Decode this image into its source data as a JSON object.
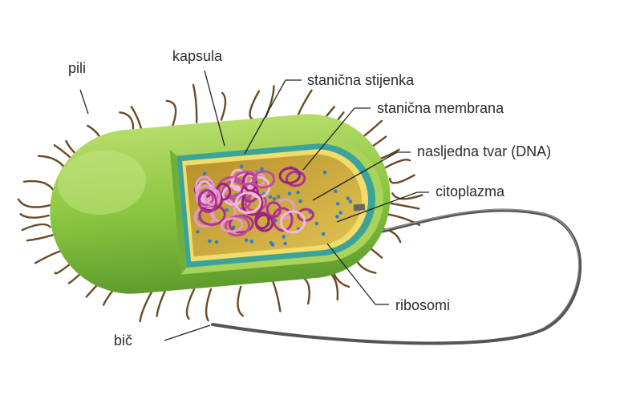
{
  "labels": {
    "pili": "pili",
    "capsule": "kapsula",
    "cell_wall": "stanična stijenka",
    "cell_membrane": "stanična membrana",
    "dna": "nasljedna tvar (DNA)",
    "cytoplasm": "citoplazma",
    "ribosomes": "ribosomi",
    "flagellum": "bič"
  },
  "colors": {
    "capsule": "#8cc63f",
    "capsule_dark": "#5e9a2e",
    "cell_wall": "#3aa39a",
    "membrane": "#f3dc6a",
    "cytoplasm": "#c9a640",
    "dna": "#b0308f",
    "ribosome": "#2f7fd0",
    "pili": "#6b4a25",
    "flagellum": "#555555"
  }
}
